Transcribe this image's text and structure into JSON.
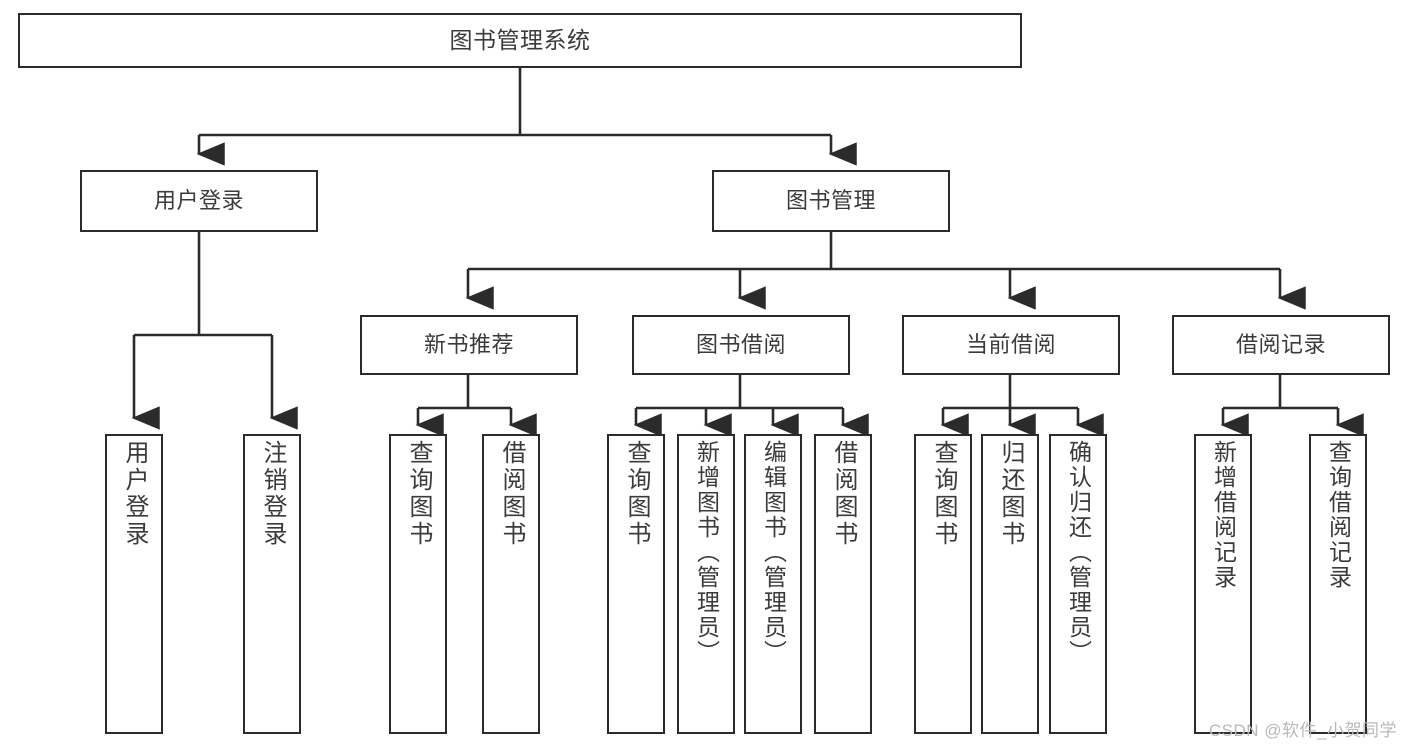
{
  "diagram": {
    "type": "tree-hierarchy",
    "root": {
      "label": "图书管理系统"
    },
    "level2": [
      {
        "label": "用户登录"
      },
      {
        "label": "图书管理"
      }
    ],
    "level3": [
      {
        "label": "新书推荐"
      },
      {
        "label": "图书借阅"
      },
      {
        "label": "当前借阅"
      },
      {
        "label": "借阅记录"
      }
    ],
    "leaves": {
      "user_login": [
        {
          "label": "用户登录"
        },
        {
          "label": "注销登录"
        }
      ],
      "new_book_recommend": [
        {
          "label": "查询图书"
        },
        {
          "label": "借阅图书"
        }
      ],
      "book_borrow": [
        {
          "label": "查询图书"
        },
        {
          "label": "新增图书（管理员）"
        },
        {
          "label": "编辑图书（管理员）"
        },
        {
          "label": "借阅图书"
        }
      ],
      "current_borrow": [
        {
          "label": "查询图书"
        },
        {
          "label": "归还图书"
        },
        {
          "label": "确认归还（管理员）"
        }
      ],
      "borrow_records": [
        {
          "label": "新增借阅记录"
        },
        {
          "label": "查询借阅记录"
        }
      ]
    }
  },
  "watermark": {
    "text": "CSDN @软件_小贺同学"
  },
  "colors": {
    "border": "#2b2b2b",
    "text": "#3b3b3b",
    "background": "#ffffff",
    "watermark": "#b9b9b9"
  }
}
